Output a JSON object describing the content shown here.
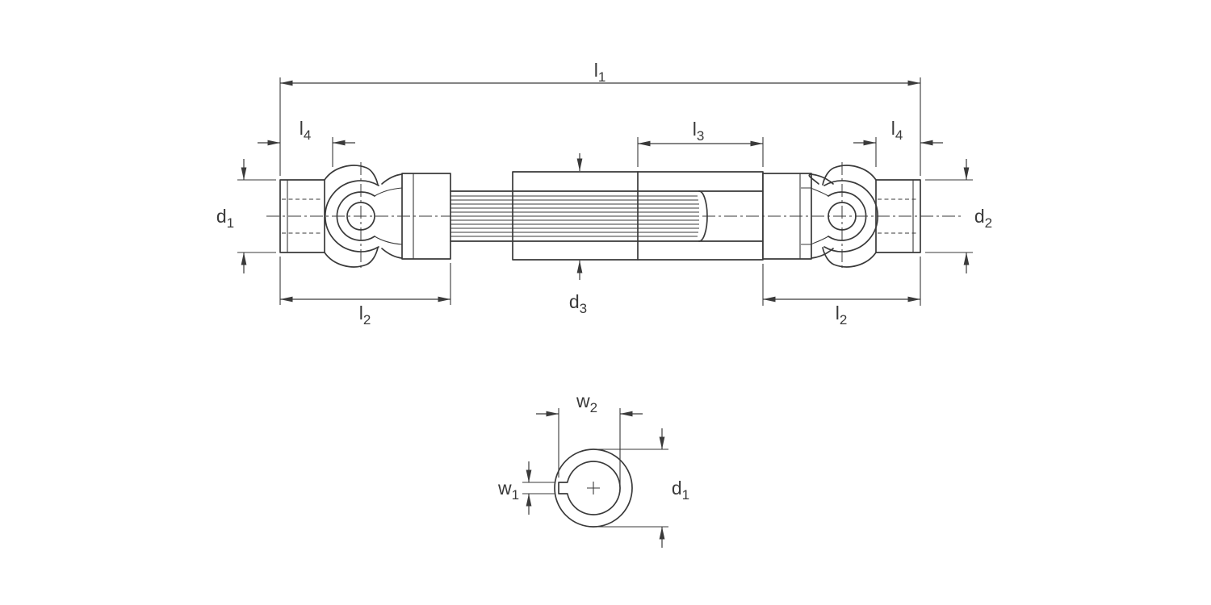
{
  "title": "Universal joint shaft technical drawing",
  "labels": {
    "l1": {
      "base": "l",
      "sub": "1"
    },
    "l2": {
      "base": "l",
      "sub": "2"
    },
    "l3": {
      "base": "l",
      "sub": "3"
    },
    "l4": {
      "base": "l",
      "sub": "4"
    },
    "d1": {
      "base": "d",
      "sub": "1"
    },
    "d2": {
      "base": "d",
      "sub": "2"
    },
    "d3": {
      "base": "d",
      "sub": "3"
    },
    "w1": {
      "base": "w",
      "sub": "1"
    },
    "w2": {
      "base": "w",
      "sub": "2"
    }
  },
  "views": {
    "side_view": "Double universal joint with telescopic splined shaft - side view",
    "section_view": "Shaft end cross-section with keyway"
  },
  "dimension_instances": {
    "side_view": [
      "l1",
      "l4",
      "l3",
      "l4",
      "d1",
      "d2",
      "d3",
      "l2",
      "l2"
    ],
    "section_view": [
      "w2",
      "w1",
      "d1"
    ]
  },
  "colors": {
    "line": "#3a3a3a",
    "background": "#ffffff"
  }
}
